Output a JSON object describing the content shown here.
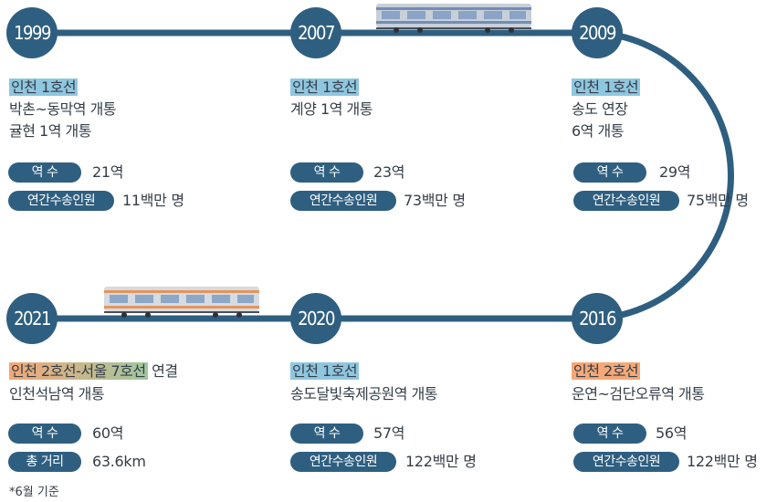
{
  "colors": {
    "track": "#2f5f80",
    "line1_highlight": "#8fc6e0",
    "line2_highlight": "#f4a877"
  },
  "icons": {
    "train_top": "blue-stripe-train-icon",
    "train_bottom": "orange-stripe-train-icon"
  },
  "stat_labels": {
    "stations": "역      수",
    "ridership": "연간수송인원",
    "distance": "총 거리"
  },
  "milestones": [
    {
      "year": "1999",
      "line_label": "인천 1호선",
      "desc1": "박촌~동막역 개통",
      "desc2": "귤현 1역 개통",
      "stations": "21역",
      "ridership": "11백만 명"
    },
    {
      "year": "2007",
      "line_label": "인천 1호선",
      "desc1": "계양 1역 개통",
      "stations": "23역",
      "ridership": "73백만 명"
    },
    {
      "year": "2009",
      "line_label": "인천 1호선",
      "desc1": "송도 연장",
      "desc2": "6역 개통",
      "stations": "29역",
      "ridership": "75백만 명"
    },
    {
      "year": "2016",
      "line_label": "인천 2호선",
      "desc1": "운연~검단오류역 개통",
      "stations": "56역",
      "ridership": "122백만 명"
    },
    {
      "year": "2020",
      "line_label": "인천 1호선",
      "desc1": "송도달빛축제공원역 개통",
      "stations": "57역",
      "ridership": "122백만 명"
    },
    {
      "year": "2021",
      "line_label": "인천 2호선-서울 7호선",
      "line_suffix": "연결",
      "desc1": "인천석남역 개통",
      "stations": "60역",
      "distance": "63.6km",
      "note": "*6월 기준"
    }
  ]
}
